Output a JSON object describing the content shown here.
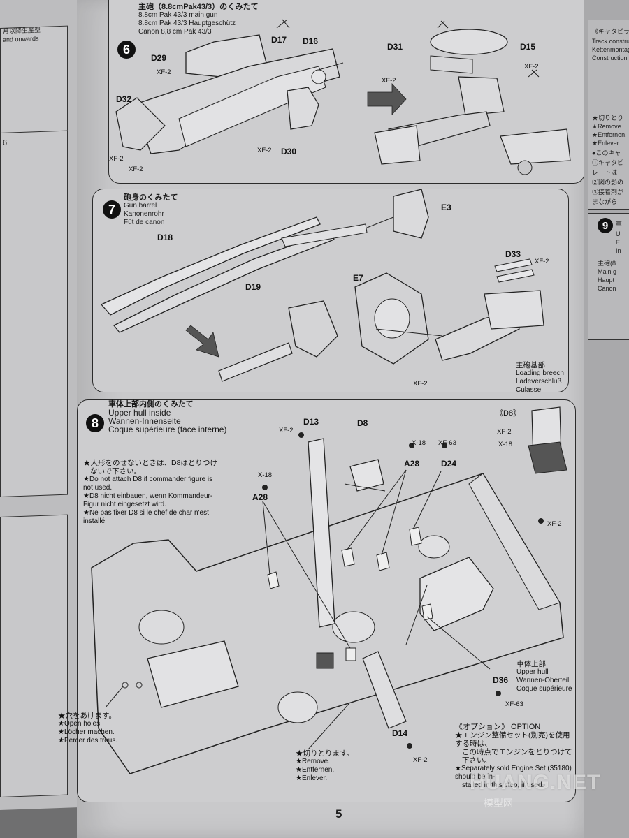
{
  "left_page": {
    "lines": [
      "月以降生産型",
      "and onwards",
      "6"
    ]
  },
  "step6": {
    "number": "6",
    "title_jp": "主砲（8.8cmPak43/3）のくみたて",
    "title_en": "8.8cm Pak 43/3 main gun",
    "title_de": "8.8cm Pak 43/3 Hauptgeschütz",
    "title_fr": "Canon 8,8 cm Pak 43/3",
    "labels": {
      "d17": "D17",
      "d16": "D16",
      "d29": "D29",
      "d32": "D32",
      "d30": "D30",
      "d31": "D31",
      "d15": "D15"
    },
    "colors": {
      "xf2": "XF-2"
    }
  },
  "step7": {
    "number": "7",
    "title_jp": "砲身のくみたて",
    "title_en": "Gun barrel",
    "title_de": "Kanonenrohr",
    "title_fr": "Fût de canon",
    "labels": {
      "d18": "D18",
      "d19": "D19",
      "e3": "E3",
      "e7": "E7",
      "d33": "D33"
    },
    "colors": {
      "xf2": "XF-2"
    },
    "breech_jp": "主砲基部",
    "breech_en": "Loading breech",
    "breech_de": "Ladeverschluß",
    "breech_fr": "Culasse"
  },
  "step8": {
    "number": "8",
    "title_jp": "車体上部内側のくみたて",
    "title_en": "Upper hull inside",
    "title_de": "Wannen-Innenseite",
    "title_fr": "Coque supérieure (face interne)",
    "note_jp1": "★人形をのせないときは、D8はとりつけ",
    "note_jp2": "ないで下さい。",
    "note_en": "★Do not attach D8 if commander figure is not used.",
    "note_de": "★D8 nicht einbauen, wenn Kommandeur-Figur nicht eingesetzt wird.",
    "note_fr": "★Ne pas fixer D8 si le chef de char n'est installé.",
    "labels": {
      "d13": "D13",
      "d8": "D8",
      "a28a": "A28",
      "a28b": "A28",
      "d24": "D24",
      "d36": "D36",
      "d14": "D14"
    },
    "colors": {
      "xf2": "XF-2",
      "x18": "X-18",
      "xf63": "XF-63"
    },
    "inset_title": "《D8》",
    "hull_jp": "車体上部",
    "hull_en": "Upper hull",
    "hull_de": "Wannen-Oberteil",
    "hull_fr": "Coque supérieure",
    "holes_jp": "★穴をあけます。",
    "holes_en": "★Open holes.",
    "holes_de": "★Löcher machen.",
    "holes_fr": "★Percer des trous.",
    "remove_jp": "★切りとります。",
    "remove_en": "★Remove.",
    "remove_de": "★Entfernen.",
    "remove_fr": "★Enlever.",
    "option_title": "《オプション》 OPTION",
    "option_jp1": "★エンジン整備セット(別売)を使用する時は、",
    "option_jp2": "この時点でエンジンをとりつけて下さい。",
    "option_en1": "★Separately sold Engine Set (35180) should be in-",
    "option_en2": "stalled in this step, if used."
  },
  "right_page": {
    "title_jp": "《キャタピラの",
    "lines": [
      "Track construct",
      "Kettenmontage",
      "Construction de",
      "★切りとり",
      "★Remove.",
      "★Entfernen.",
      "★Enlever.",
      "●このキャ",
      "①キャタピ",
      "レートは",
      "②図の影の",
      "③接着剤が",
      "まながら"
    ],
    "step9_number": "9",
    "step9_lines": [
      "車",
      "U",
      "E",
      "In",
      "主砲(8",
      "Main g",
      "Haupt",
      "Canon"
    ]
  },
  "page_number": "5",
  "watermark": {
    "text": "HUANG.NET",
    "sub": "模型网"
  }
}
